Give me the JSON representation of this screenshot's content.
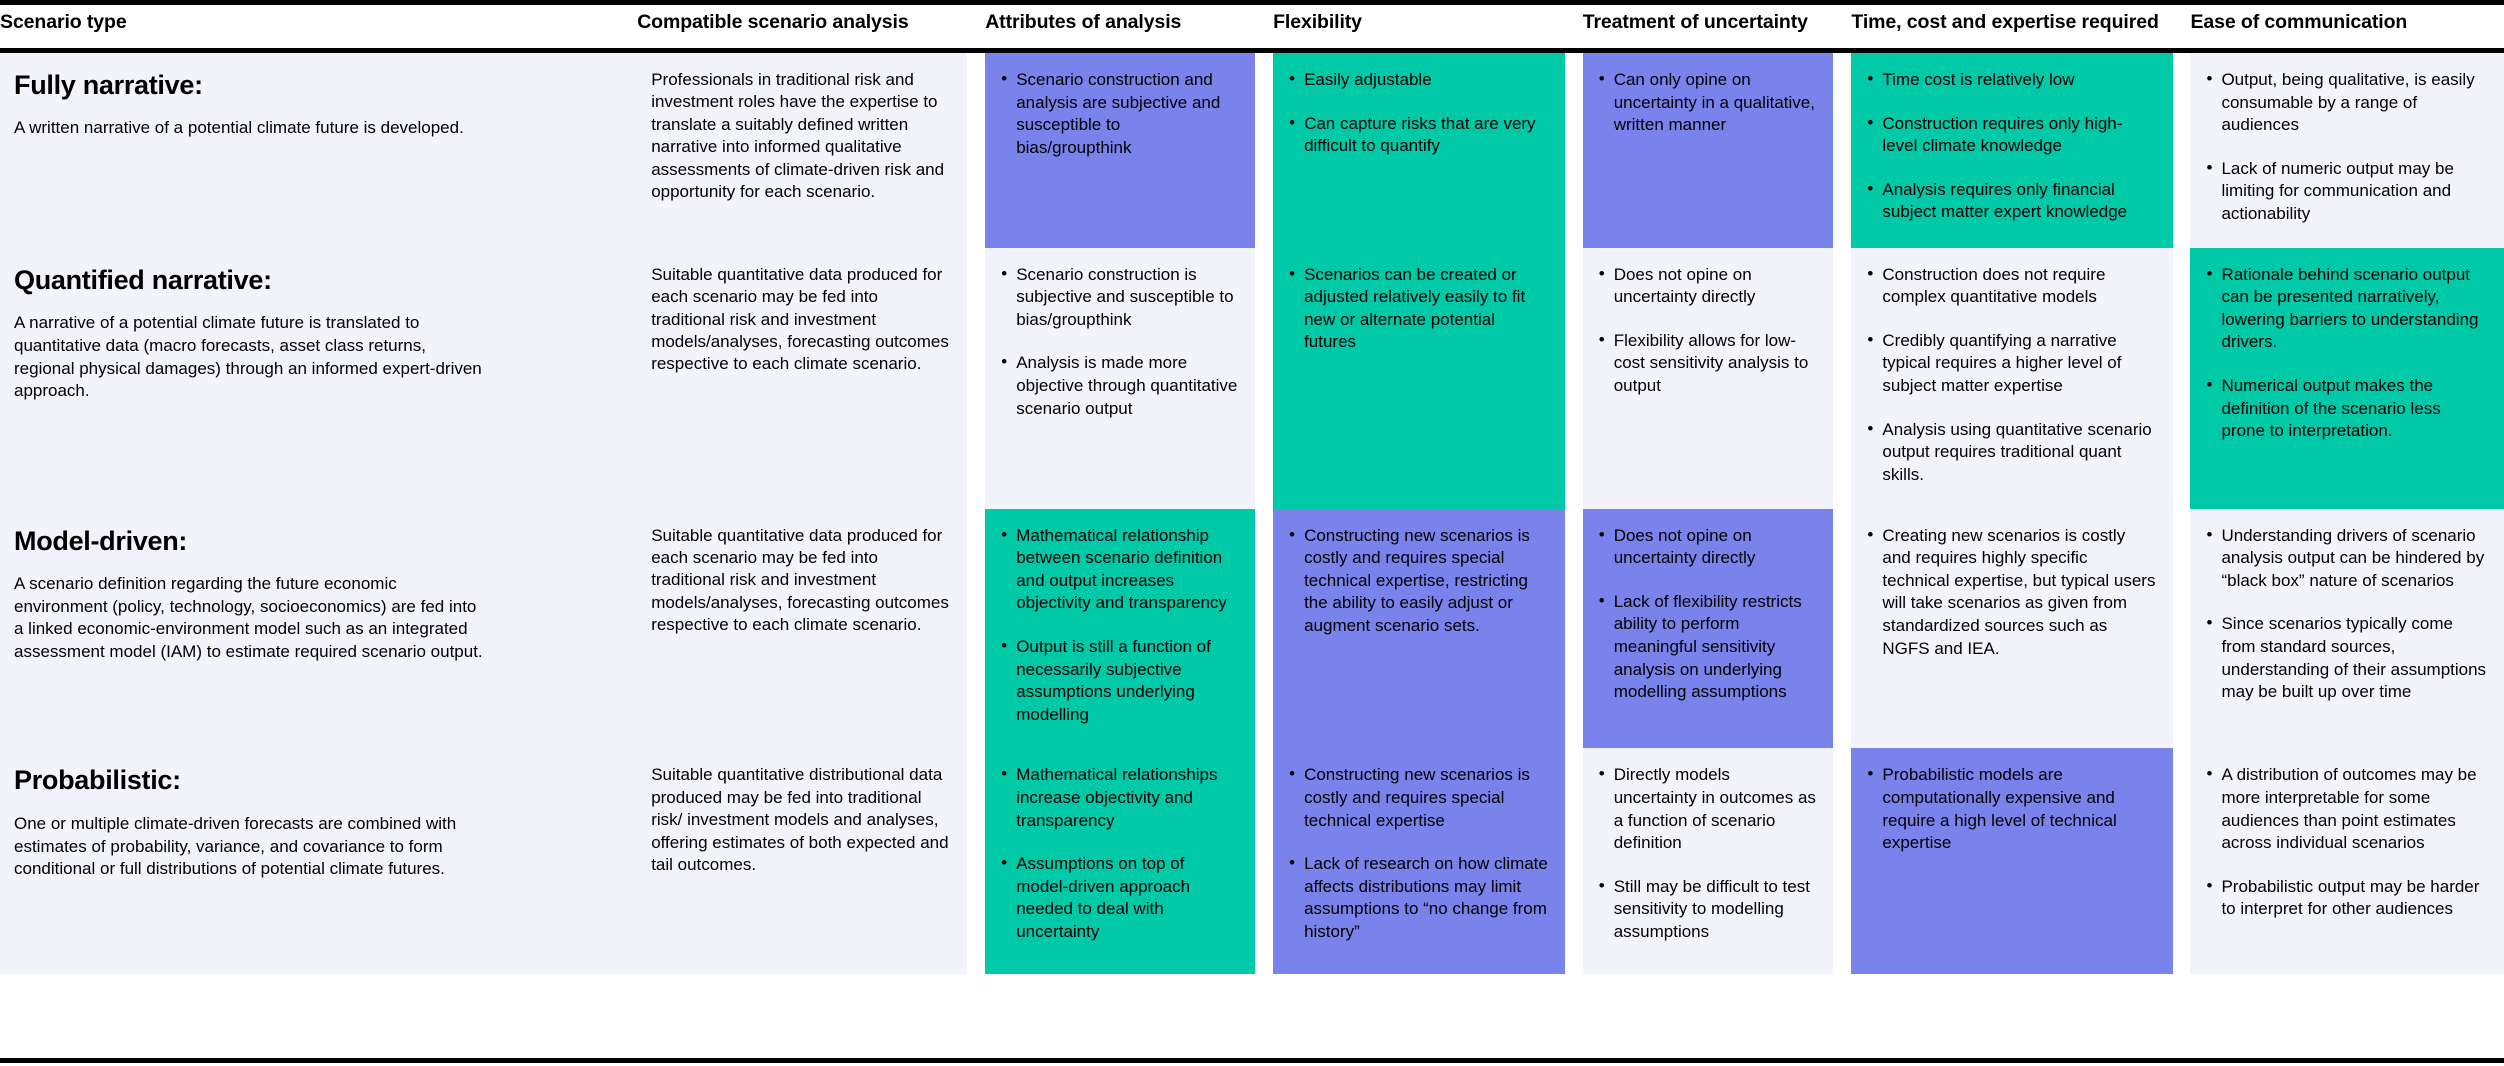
{
  "table": {
    "columns": [
      {
        "key": "scenario_type",
        "label": "Scenario type"
      },
      {
        "key": "compatible",
        "label": "Compatible scenario analysis"
      },
      {
        "key": "attributes",
        "label": "Attributes of analysis"
      },
      {
        "key": "flexibility",
        "label": "Flexibility"
      },
      {
        "key": "uncertainty",
        "label": "Treatment of uncertainty"
      },
      {
        "key": "time_cost",
        "label": "Time, cost and expertise required"
      },
      {
        "key": "communication",
        "label": "Ease of communication"
      }
    ],
    "colors": {
      "lavender": "#f3f3fb",
      "blue": "#7a82ec",
      "teal": "#00c9a7",
      "rule": "#000000",
      "text": "#000000",
      "background": "#ffffff"
    },
    "rows": [
      {
        "title": "Fully narrative:",
        "description": "A written narrative of a potential climate future is developed.",
        "compatible": {
          "shade": "lavender",
          "text": "Professionals in traditional risk and investment roles have the expertise to translate a suitably defined written narrative into informed qualitative assessments of climate-driven risk and opportunity for each scenario."
        },
        "attributes": {
          "shade": "blue",
          "bullets": [
            "Scenario construction and analysis are subjective and susceptible to bias/groupthink"
          ]
        },
        "flexibility": {
          "shade": "teal",
          "bullets": [
            "Easily adjustable",
            "Can capture risks that are very difficult to quantify"
          ]
        },
        "uncertainty": {
          "shade": "blue",
          "bullets": [
            "Can only opine on uncertainty in a qualitative, written manner"
          ]
        },
        "time_cost": {
          "shade": "teal",
          "bullets": [
            "Time cost is relatively low",
            "Construction requires only high-level climate knowledge",
            "Analysis requires only financial subject matter expert knowledge"
          ]
        },
        "communication": {
          "shade": "lavender",
          "bullets": [
            "Output, being qualitative, is easily consumable by a range of audiences",
            "Lack of numeric output may be limiting for communication and actionability"
          ]
        }
      },
      {
        "title": "Quantified narrative:",
        "description": "A narrative of a potential climate future is translated to quantitative data (macro forecasts, asset class returns, regional physical damages) through an informed expert-driven approach.",
        "compatible": {
          "shade": "lavender",
          "text": "Suitable quantitative data produced for each scenario may be fed into traditional risk and investment models/analyses, forecasting outcomes respective to each climate scenario."
        },
        "attributes": {
          "shade": "lavender",
          "bullets": [
            "Scenario construction is subjective and susceptible to bias/groupthink",
            "Analysis is made more objective through quantitative scenario output"
          ]
        },
        "flexibility": {
          "shade": "teal",
          "bullets": [
            "Scenarios can be created or adjusted relatively easily to fit new or alternate potential futures"
          ]
        },
        "uncertainty": {
          "shade": "lavender",
          "bullets": [
            "Does not opine on uncertainty directly",
            "Flexibility allows for low-cost sensitivity analysis to output"
          ]
        },
        "time_cost": {
          "shade": "lavender",
          "bullets": [
            "Construction does not require complex quantitative models",
            "Credibly quantifying a narrative typical requires a higher level of subject matter expertise",
            "Analysis using quantitative scenario output requires traditional quant skills."
          ]
        },
        "communication": {
          "shade": "teal",
          "bullets": [
            "Rationale behind scenario output can be presented narratively, lowering barriers to understanding drivers.",
            "Numerical output makes the definition of the scenario less prone to interpretation."
          ]
        }
      },
      {
        "title": "Model-driven:",
        "description": "A scenario definition regarding the future economic environment (policy, technology, socioeconomics) are fed into a linked economic-environment model such as an integrated assessment model (IAM) to estimate required scenario output.",
        "compatible": {
          "shade": "lavender",
          "text": "Suitable quantitative data produced for each scenario may be fed into traditional risk and investment models/analyses, forecasting outcomes respective to each climate scenario."
        },
        "attributes": {
          "shade": "teal",
          "bullets": [
            "Mathematical relationship between scenario definition and output increases objectivity and transparency",
            "Output is still a function of necessarily subjective assumptions underlying modelling"
          ]
        },
        "flexibility": {
          "shade": "blue",
          "bullets": [
            "Constructing new scenarios is costly and requires special technical expertise, restricting the ability to easily adjust or augment scenario sets."
          ]
        },
        "uncertainty": {
          "shade": "blue",
          "bullets": [
            "Does not opine on uncertainty directly",
            "Lack of flexibility restricts ability to perform meaningful sensitivity analysis on underlying modelling assumptions"
          ]
        },
        "time_cost": {
          "shade": "lavender",
          "bullets": [
            "Creating new scenarios is costly and requires highly specific technical expertise, but typical users will take scenarios as given from standardized sources such as NGFS and IEA."
          ]
        },
        "communication": {
          "shade": "lavender",
          "bullets": [
            "Understanding drivers of scenario analysis output can be hindered by “black box” nature of scenarios",
            "Since scenarios typically come from standard sources, understanding of their assumptions may be built up over time"
          ]
        }
      },
      {
        "title": "Probabilistic:",
        "description": "One or multiple climate-driven forecasts are combined with estimates of probability, variance, and covariance to form conditional or full distributions of potential climate futures.",
        "compatible": {
          "shade": "lavender",
          "text": "Suitable quantitative distributional data produced may be fed into traditional risk/ investment models and analyses, offering estimates of both expected and tail outcomes."
        },
        "attributes": {
          "shade": "teal",
          "bullets": [
            "Mathematical relationships increase objectivity and transparency",
            "Assumptions on top of model-driven approach needed to deal with uncertainty"
          ]
        },
        "flexibility": {
          "shade": "blue",
          "bullets": [
            "Constructing new scenarios is costly and requires special technical expertise",
            "Lack of research on how climate affects distributions may limit assumptions to “no change from history”"
          ]
        },
        "uncertainty": {
          "shade": "lavender",
          "bullets": [
            "Directly models uncertainty in outcomes as a function of scenario definition",
            "Still may be difficult to test sensitivity to modelling assumptions"
          ]
        },
        "time_cost": {
          "shade": "blue",
          "bullets": [
            "Probabilistic models are computationally expensive and require a high level of technical expertise"
          ]
        },
        "communication": {
          "shade": "lavender",
          "bullets": [
            "A distribution of outcomes may be more interpretable for some audiences than point estimates across individual scenarios",
            "Probabilistic output may be harder to interpret for other audiences"
          ]
        }
      }
    ]
  }
}
